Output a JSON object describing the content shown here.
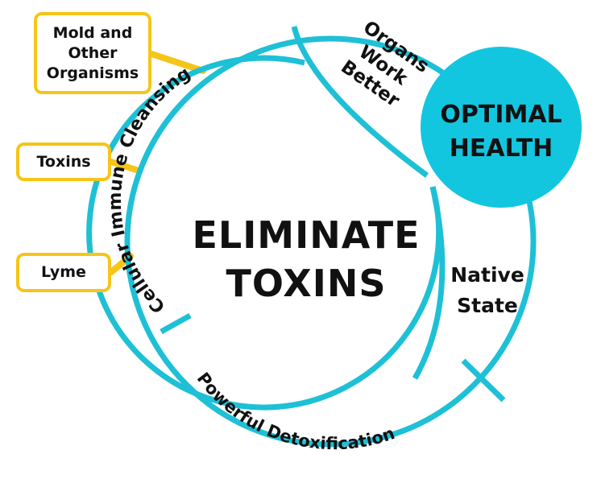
{
  "diagram": {
    "colors": {
      "ring": "#1ec0d6",
      "optimal_fill": "#13c6e0",
      "connector": "#f5c518",
      "text": "#111111",
      "background": "#ffffff"
    },
    "side_boxes": [
      {
        "lines": [
          "Mold and",
          "Other",
          "Organisms"
        ]
      },
      {
        "lines": [
          "Toxins"
        ]
      },
      {
        "lines": [
          "Lyme"
        ]
      }
    ],
    "ring_labels": {
      "cellular": "Cellular Immune Cleansing",
      "detox": "Powerful Detoxification",
      "organs": [
        "Organs",
        "Work",
        "Better"
      ]
    },
    "center": {
      "lines": [
        "ELIMINATE",
        "TOXINS"
      ]
    },
    "native_state": {
      "lines": [
        "Native",
        "State"
      ]
    },
    "optimal_health": {
      "lines": [
        "OPTIMAL",
        "HEALTH"
      ]
    }
  }
}
